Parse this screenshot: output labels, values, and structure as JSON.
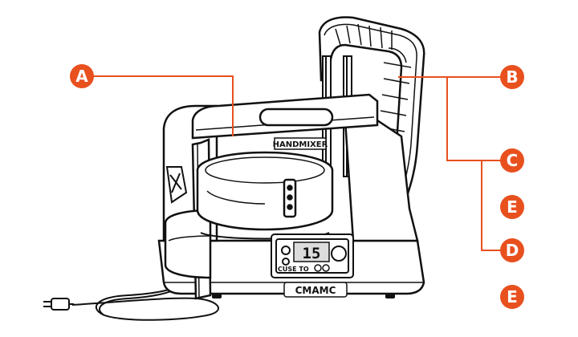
{
  "colors": {
    "accent": "#E8501E",
    "line": "#111111",
    "device_fill": "#ffffff",
    "window_fill": "#dcdcdc"
  },
  "device": {
    "brand_label": "HANDMIXER",
    "display_reading": "15",
    "control_label": "CUSE TO",
    "base_logo": "CMAMC"
  },
  "callouts": [
    {
      "letter": "A"
    },
    {
      "letter": "B"
    },
    {
      "letter": "C"
    },
    {
      "letter": "E"
    },
    {
      "letter": "D"
    },
    {
      "letter": "E"
    }
  ]
}
